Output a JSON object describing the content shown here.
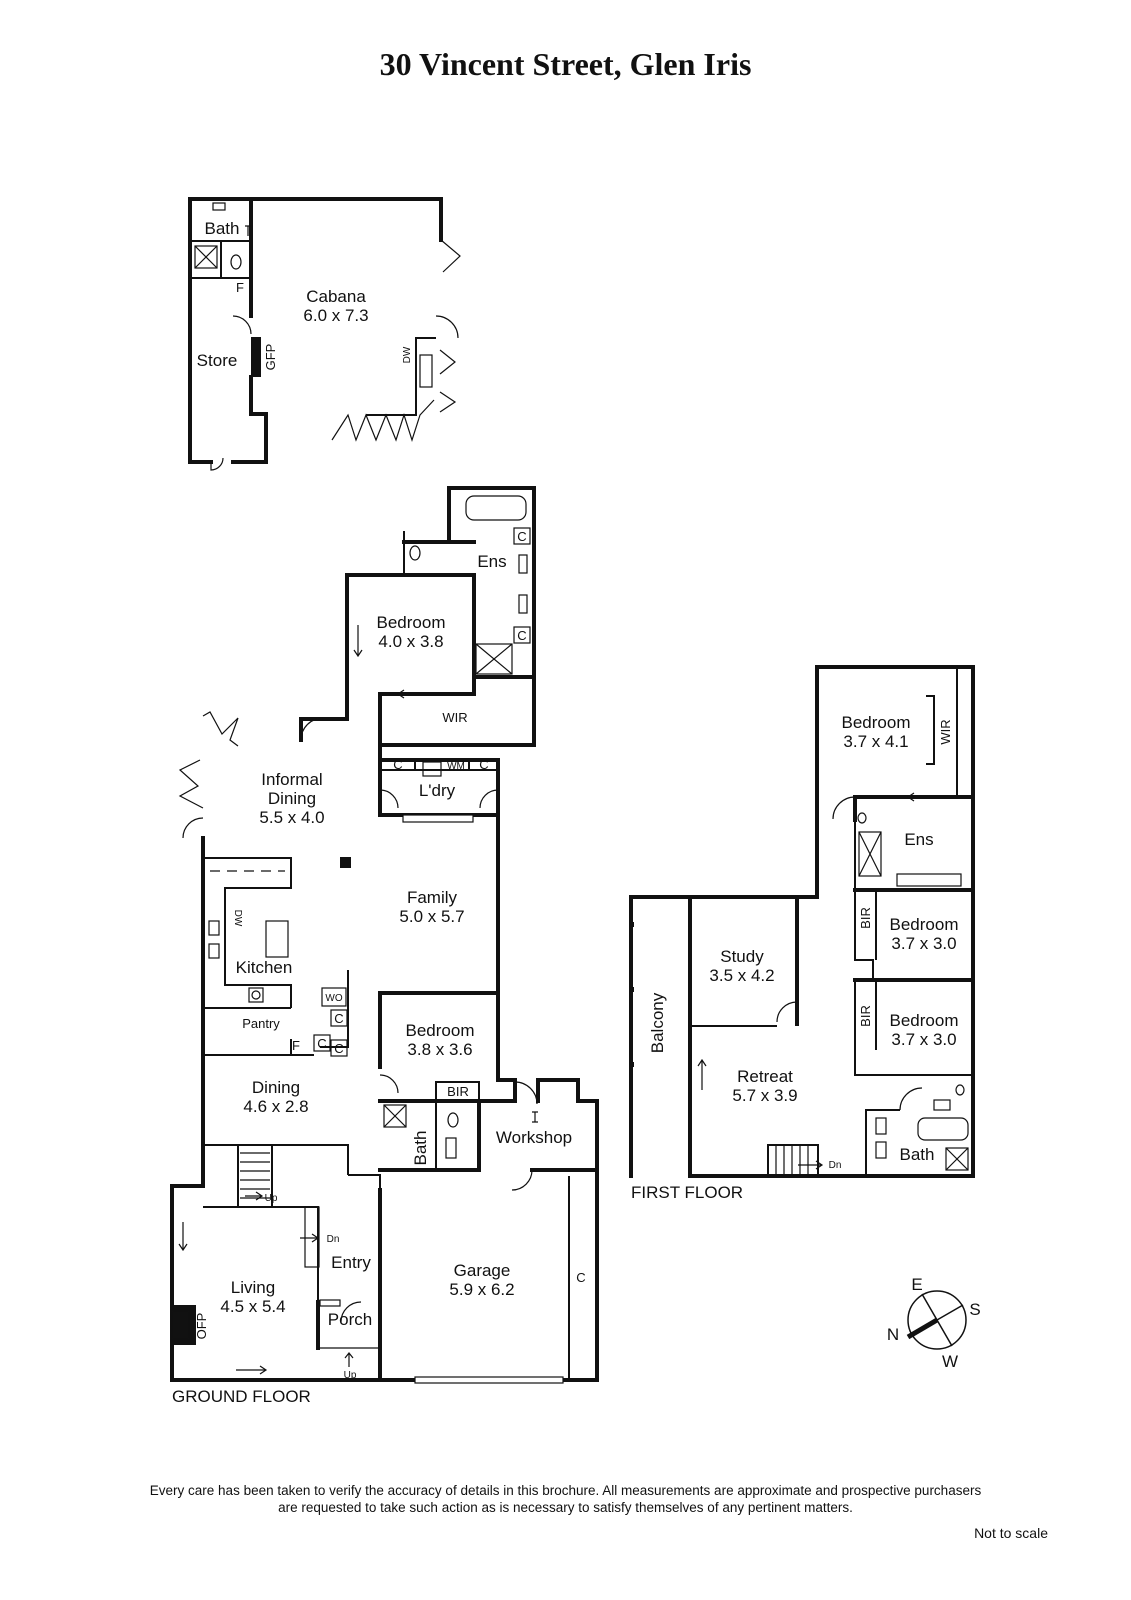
{
  "title": "30 Vincent Street, Glen Iris",
  "cabana": {
    "bath": "Bath",
    "cabana_name": "Cabana",
    "cabana_dim": "6.0 x 7.3",
    "store": "Store",
    "gfp": "GFP",
    "f": "F",
    "dw": "DW"
  },
  "ground_floor": {
    "label": "GROUND FLOOR",
    "ens": "Ens",
    "c": "C",
    "bedroom1_name": "Bedroom",
    "bedroom1_dim": "4.0 x 3.8",
    "wir": "WIR",
    "wm": "WM",
    "ldry": "L'dry",
    "informal_dining_line1": "Informal",
    "informal_dining_line2": "Dining",
    "informal_dining_dim": "5.5 x 4.0",
    "family_name": "Family",
    "family_dim": "5.0 x 5.7",
    "kitchen": "Kitchen",
    "dw": "DW",
    "wo": "WO",
    "pantry": "Pantry",
    "f": "F",
    "bedroom2_name": "Bedroom",
    "bedroom2_dim": "3.8 x 3.6",
    "bir": "BIR",
    "dining_name": "Dining",
    "dining_dim": "4.6 x 2.8",
    "bath": "Bath",
    "workshop": "Workshop",
    "up": "Up",
    "dn": "Dn",
    "entry": "Entry",
    "living_name": "Living",
    "living_dim": "4.5 x 5.4",
    "ofp": "OFP",
    "porch": "Porch",
    "porch_up": "Up",
    "garage_name": "Garage",
    "garage_dim": "5.9 x 6.2",
    "garage_c": "C"
  },
  "first_floor": {
    "label": "FIRST FLOOR",
    "bedroom1_name": "Bedroom",
    "bedroom1_dim": "3.7 x 4.1",
    "wir": "WIR",
    "ens": "Ens",
    "bir1": "BIR",
    "bedroom2_name": "Bedroom",
    "bedroom2_dim": "3.7 x 3.0",
    "bir2": "BIR",
    "bedroom3_name": "Bedroom",
    "bedroom3_dim": "3.7 x 3.0",
    "study_name": "Study",
    "study_dim": "3.5 x 4.2",
    "balcony": "Balcony",
    "retreat_name": "Retreat",
    "retreat_dim": "5.7 x 3.9",
    "dn": "Dn",
    "bath": "Bath"
  },
  "compass": {
    "e": "E",
    "s": "S",
    "n": "N",
    "w": "W"
  },
  "disclaimer_line1": "Every care has been taken to verify the accuracy of details in this brochure.  All measurements are approximate and prospective purchasers",
  "disclaimer_line2": "are requested to take such action as is necessary to satisfy themselves of any pertinent matters.",
  "not_to_scale": "Not to scale"
}
